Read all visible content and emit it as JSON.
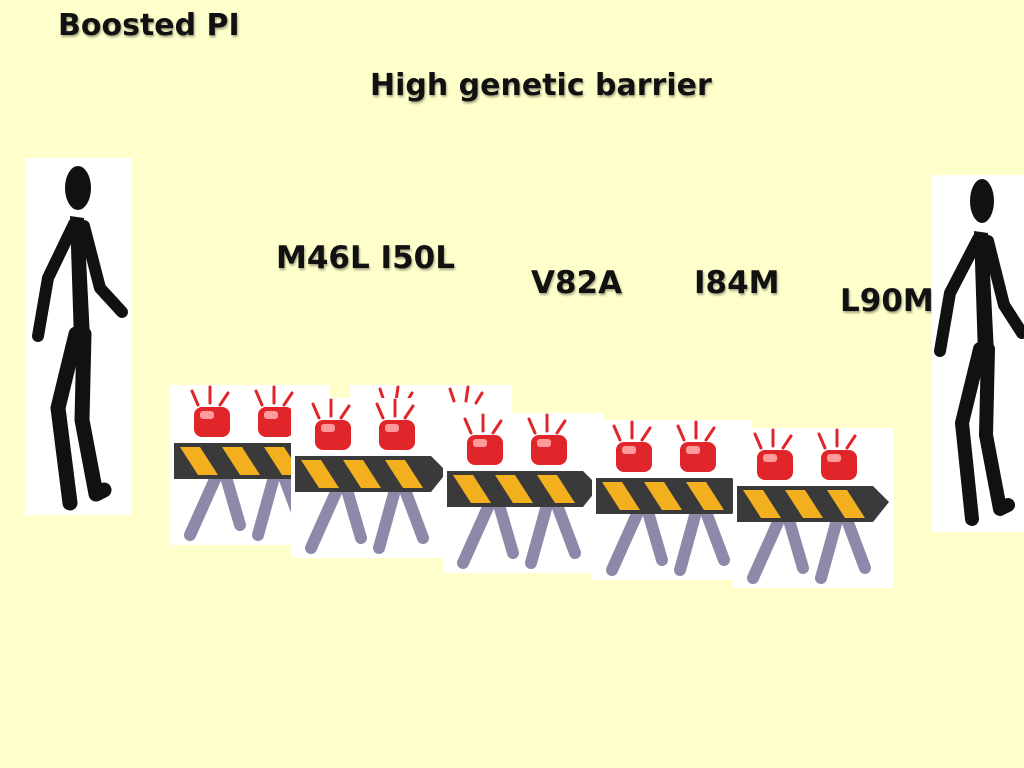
{
  "slide": {
    "title": "Boosted PI",
    "subtitle": "High genetic barrier"
  },
  "mutations": [
    "M46L I50L",
    "V82A",
    "I84M",
    "L90M"
  ],
  "icons": {
    "runner": "running-figure-icon",
    "barricade": "road-barricade-icon"
  },
  "colors": {
    "background": "#ffffcc",
    "barricade_stripe_yellow": "#f2b01e",
    "barricade_stripe_dark": "#3a3a3a",
    "warning_light": "#e0262a",
    "runner": "#111111"
  }
}
